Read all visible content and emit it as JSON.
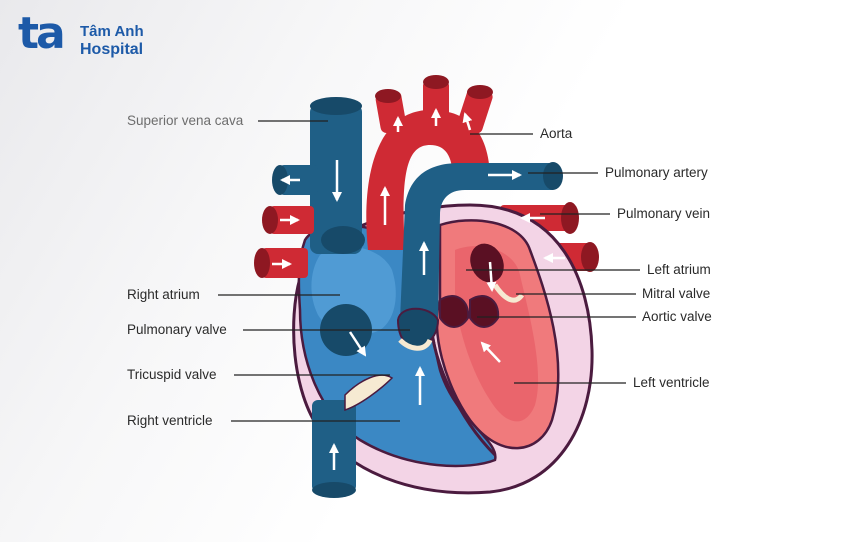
{
  "logo": {
    "mark": "ta",
    "line1": "Tâm Anh",
    "line2": "Hospital"
  },
  "labels": {
    "superior_vena_cava": "Superior vena cava",
    "aorta": "Aorta",
    "pulmonary_artery": "Pulmonary artery",
    "pulmonary_vein": "Pulmonary vein",
    "left_atrium": "Left atrium",
    "right_atrium": "Right atrium",
    "mitral_valve": "Mitral valve",
    "pulmonary_valve": "Pulmonary valve",
    "aortic_valve": "Aortic valve",
    "tricuspid_valve": "Tricuspid valve",
    "left_ventricle": "Left ventricle",
    "right_ventricle": "Right ventricle"
  },
  "colors": {
    "deoxygenated": "#1f5f86",
    "deoxygenated_light": "#3b88c4",
    "oxygenated": "#cf2a34",
    "oxygenated_light": "#f07a7c",
    "pericardium": "#f3d4e6",
    "outline": "#4b1b3f",
    "brand": "#1d5aa8"
  }
}
